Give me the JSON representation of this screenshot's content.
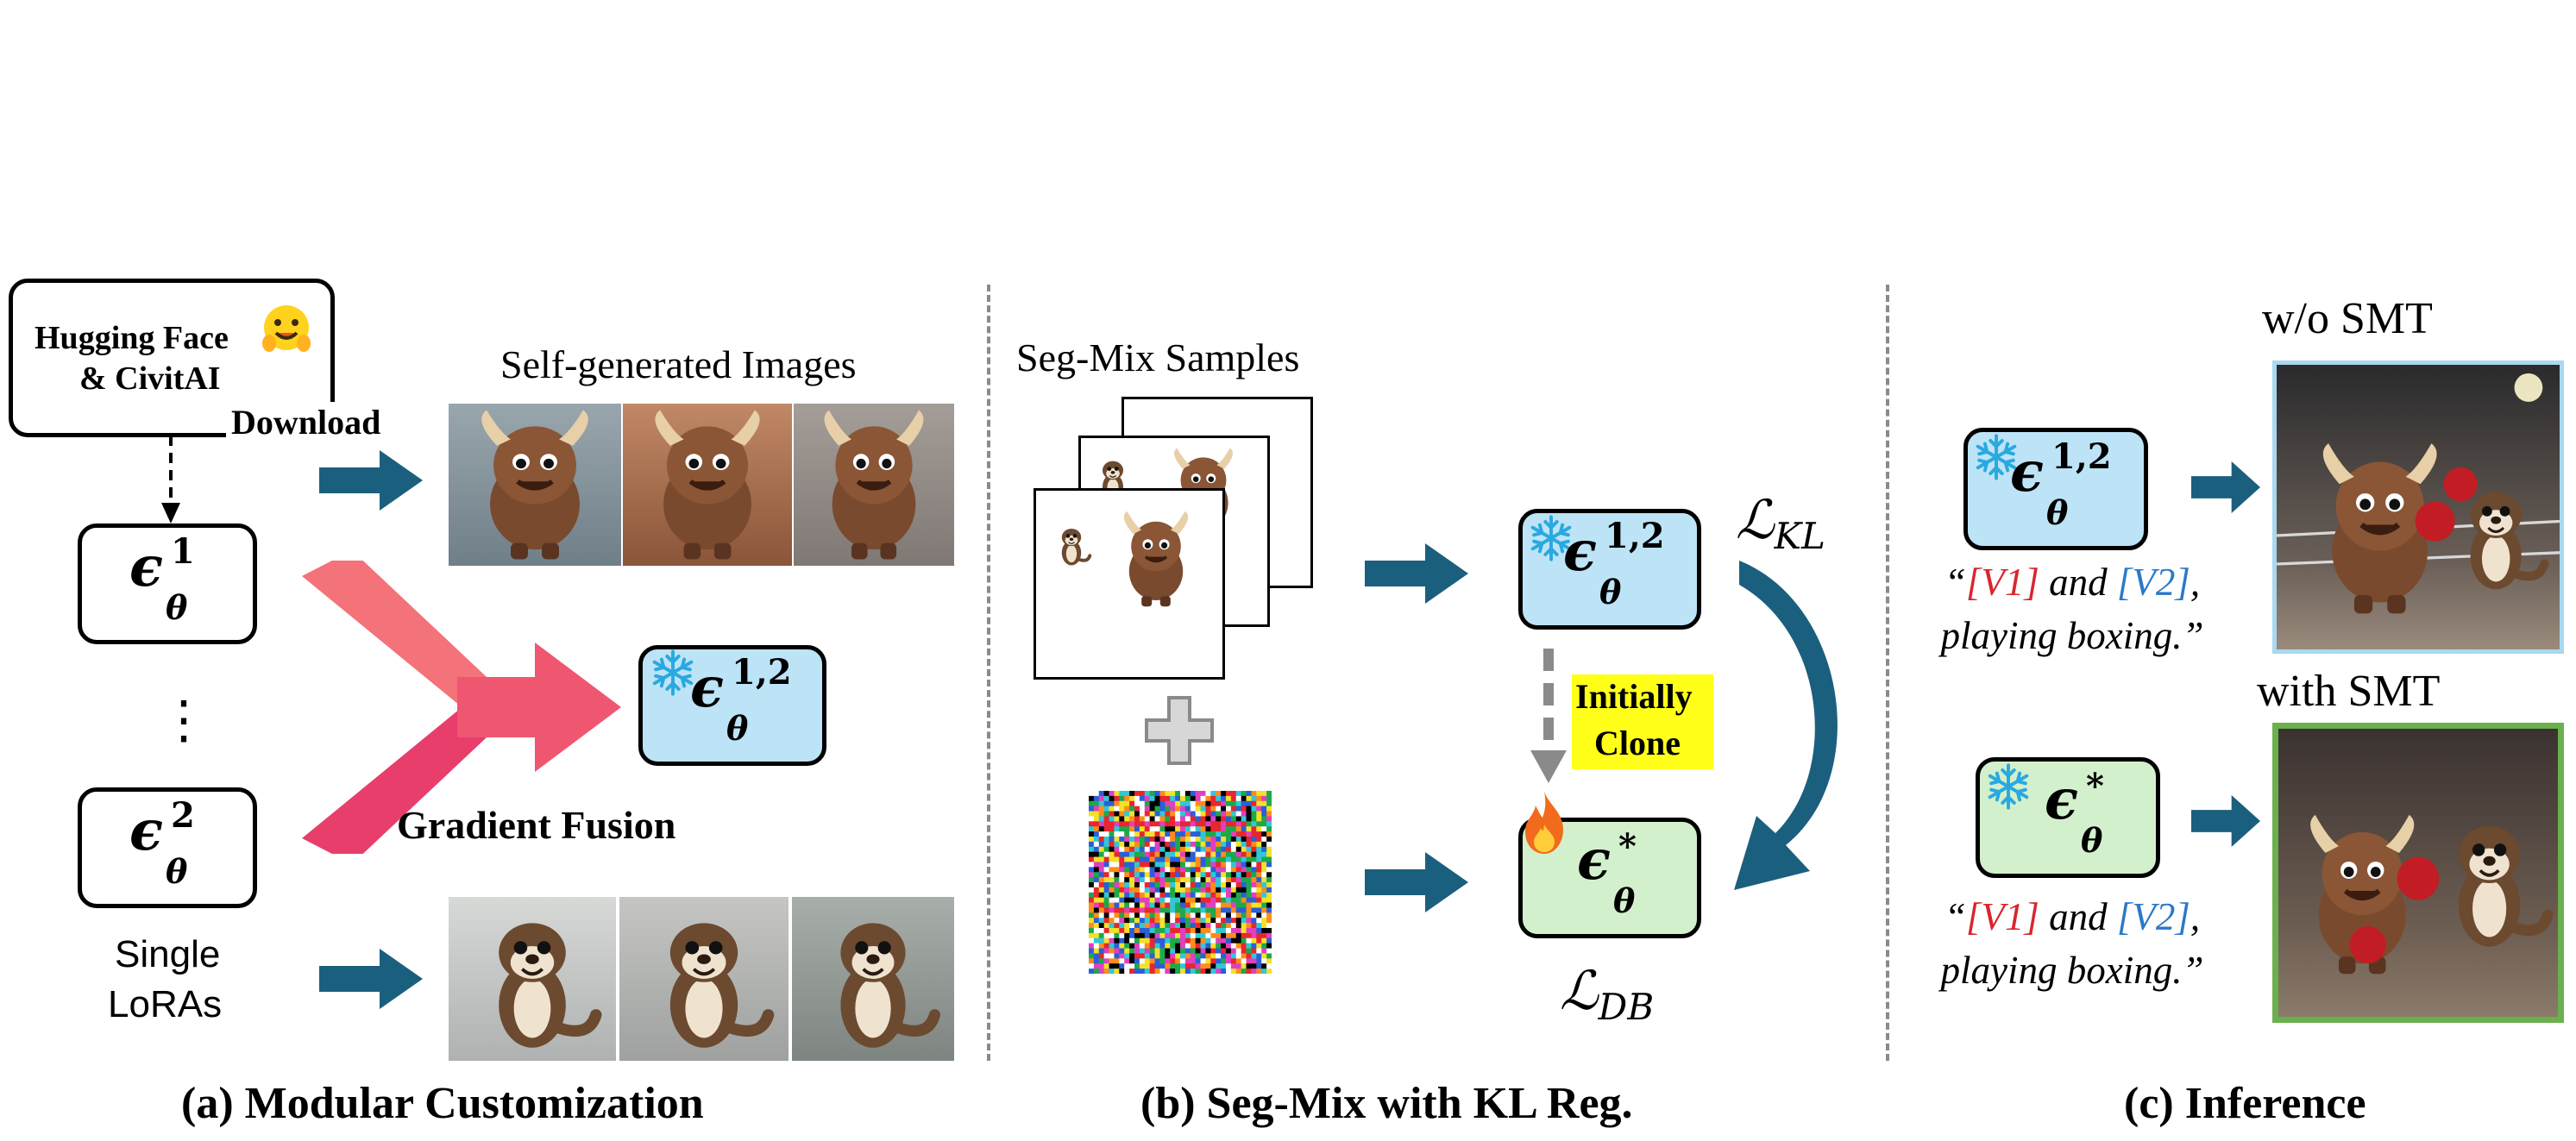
{
  "panel_a": {
    "source_line1": "Hugging Face",
    "source_line2": "& CivitAI",
    "download_label": "Download",
    "self_generated_label": "Self-generated Images",
    "eps_single_1_sup": "1",
    "eps_single_2_sup": "2",
    "dots": "⋮",
    "fused_sup": "1,2",
    "gradient_fusion_label": "Gradient Fusion",
    "single_loras_line1": "Single",
    "single_loras_line2": "LoRAs",
    "caption": "(a) Modular Customization"
  },
  "panel_b": {
    "segmix_label": "Seg-Mix Samples",
    "frozen_sup": "1,2",
    "initially_line1": "Initially",
    "initially_line2": "Clone",
    "trained_sup": "*",
    "loss_kl_main": "ℒ",
    "loss_kl_sub": "KL",
    "loss_db_main": "ℒ",
    "loss_db_sub": "DB",
    "caption": "(b) Seg-Mix with KL Reg."
  },
  "panel_c": {
    "wo_label": "w/o SMT",
    "with_label": "with SMT",
    "frozen_sup": "1,2",
    "trained_sup": "*",
    "prompt_open": "“",
    "prompt_v1": "[V1]",
    "prompt_and": " and ",
    "prompt_v2": "[V2]",
    "prompt_comma": ",",
    "prompt_line2": "playing boxing.”",
    "caption": "(c) Inference"
  },
  "colors": {
    "arrow_teal": "#1b5f7e",
    "frozen_box": "#bde3f6",
    "trained_box": "#d3f0cc",
    "fusion_arrow_top": "#f4727a",
    "fusion_arrow_bottom": "#e83e6c",
    "highlight_yellow": "#ffff1a",
    "v1_red": "#d8262e",
    "v2_blue": "#2a79c8"
  },
  "icons": [
    "hugging-face-icon",
    "snowflake-icon",
    "fire-icon",
    "plus-icon"
  ]
}
